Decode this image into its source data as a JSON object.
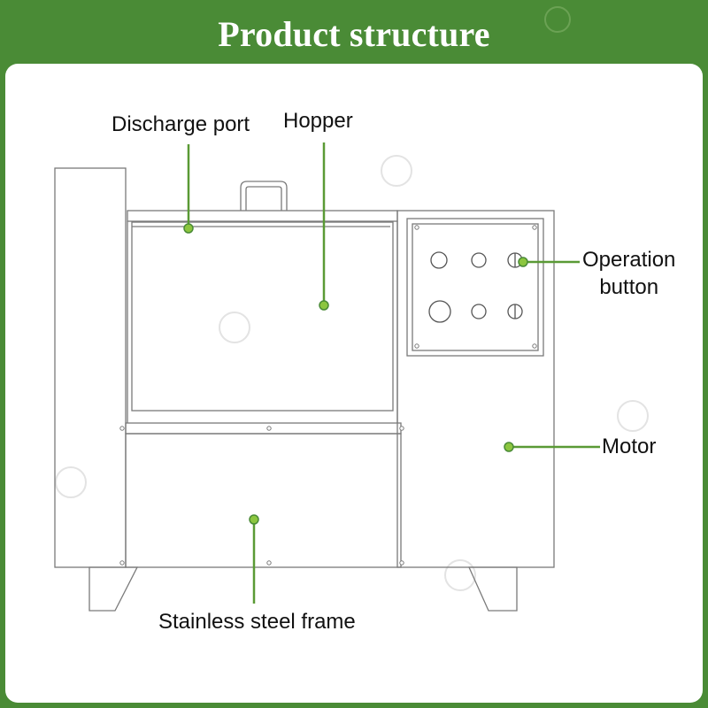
{
  "header": {
    "title": "Product structure"
  },
  "callouts": {
    "discharge_port": "Discharge port",
    "hopper": "Hopper",
    "operation_button": "Operation\nbutton",
    "motor": "Motor",
    "frame": "Stainless steel frame"
  },
  "colors": {
    "banner_green": "#4a8b36",
    "callout_line": "#5a9a35",
    "callout_dot": "#8cc63f",
    "drawing_stroke": "#7a7a7a"
  }
}
